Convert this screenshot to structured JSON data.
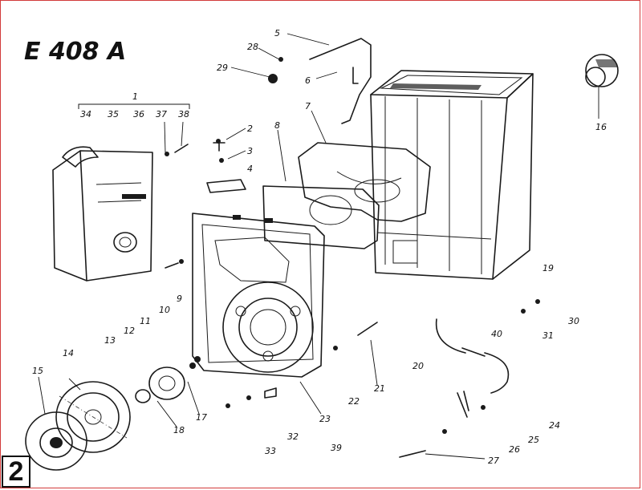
{
  "title": "E 408 A",
  "page_number": "2",
  "callouts": [
    "1",
    "2",
    "3",
    "4",
    "5",
    "6",
    "7",
    "8",
    "9",
    "10",
    "11",
    "12",
    "13",
    "14",
    "15",
    "16",
    "17",
    "18",
    "19",
    "20",
    "21",
    "22",
    "23",
    "24",
    "25",
    "26",
    "27",
    "28",
    "29",
    "30",
    "31",
    "32",
    "33",
    "34",
    "35",
    "36",
    "37",
    "38",
    "39",
    "40"
  ],
  "colors": {
    "ink": "#1a1a1a",
    "frame": "#d23a3a"
  }
}
